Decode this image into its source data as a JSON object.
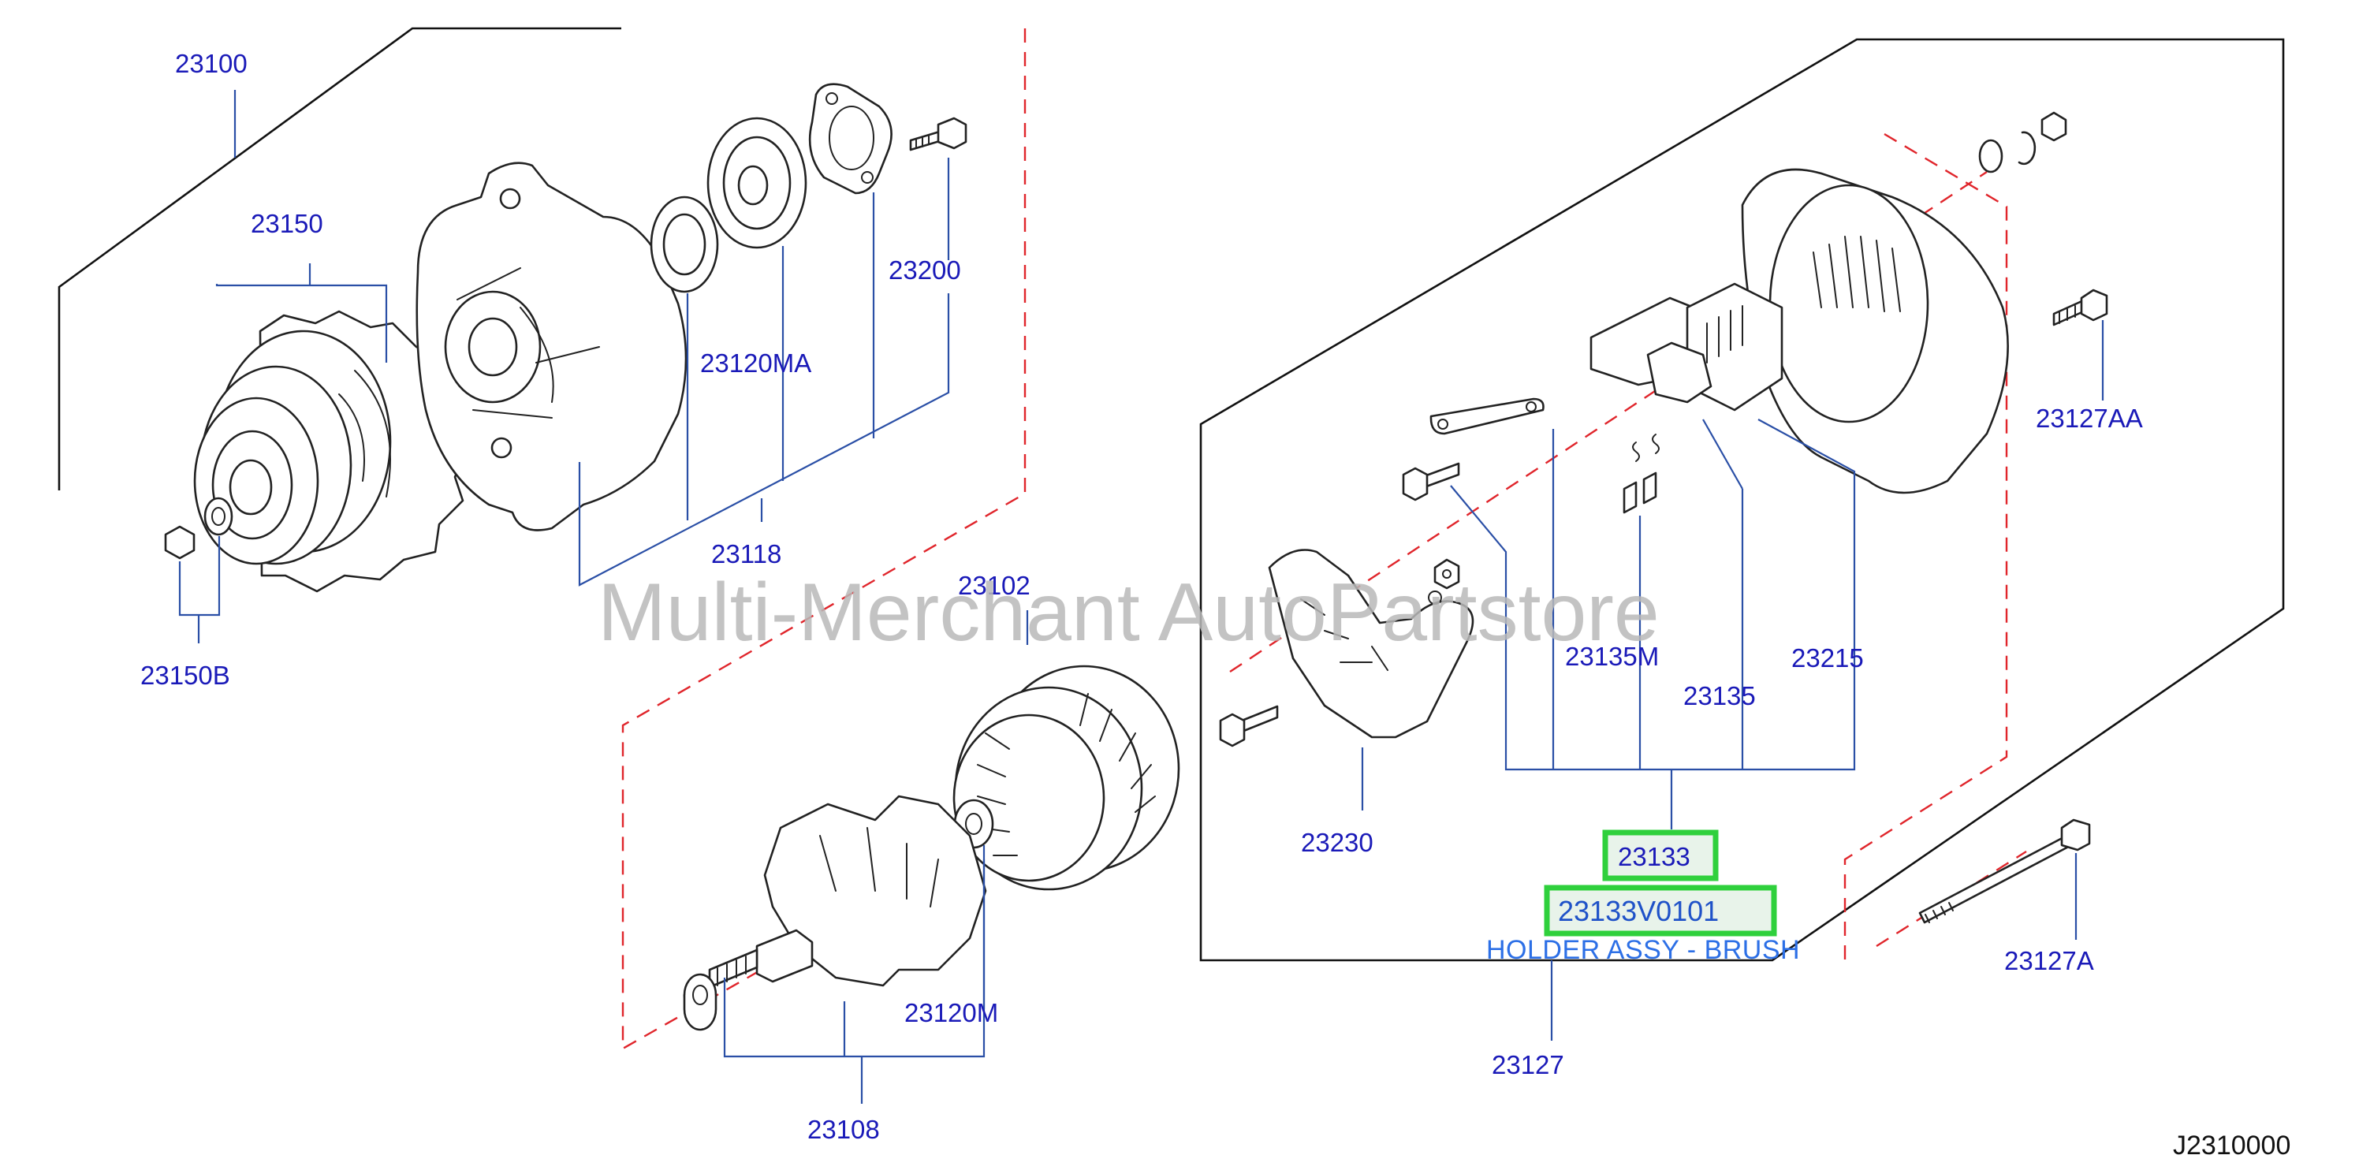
{
  "labels": {
    "p23100": "23100",
    "p23150": "23150",
    "p23150b": "23150B",
    "p23118": "23118",
    "p23120ma": "23120MA",
    "p23200": "23200",
    "p23102": "23102",
    "p23120m": "23120M",
    "p23108": "23108",
    "p23230": "23230",
    "p23135m": "23135M",
    "p23135": "23135",
    "p23215": "23215",
    "p23127aa": "23127AA",
    "p23127a": "23127A",
    "p23127": "23127",
    "p23133": "23133"
  },
  "selected_part": {
    "number": "23133V0101",
    "description": "HOLDER ASSY - BRUSH",
    "highlight_color": "#2fd03c"
  },
  "diagram_code": "J2310000",
  "watermark": "Multi-Merchant AutoPartstore",
  "colors": {
    "label": "#1a1ab8",
    "leader": "#2a4fa6",
    "dashed_frame": "#e0252b",
    "highlight": "#2fd03c"
  }
}
